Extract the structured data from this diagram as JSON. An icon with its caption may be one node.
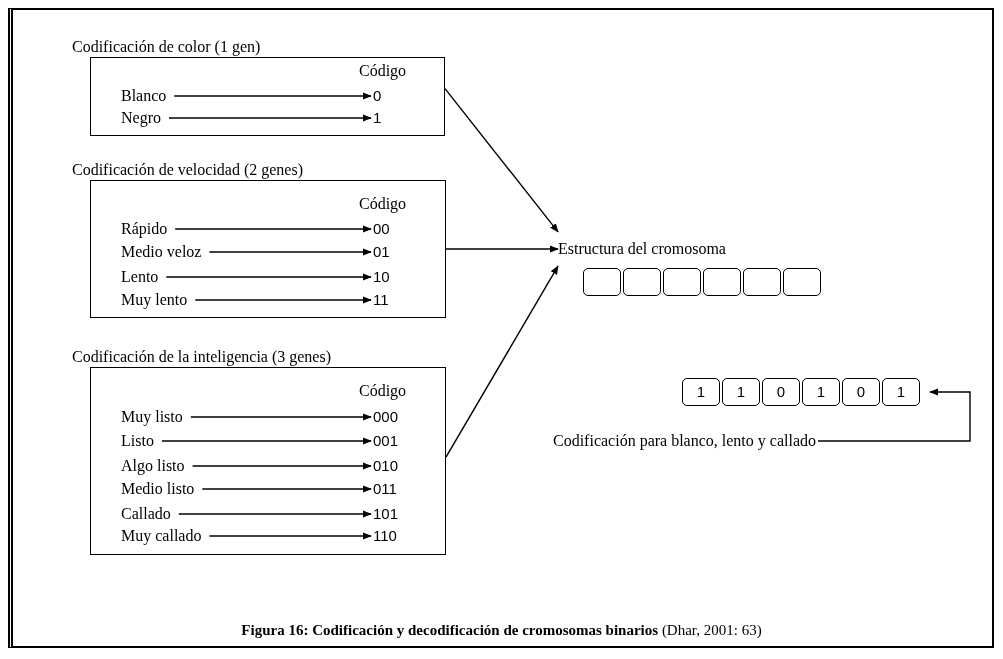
{
  "diagram": {
    "caption": "**Figura 16: Codificación y decodificación de cromosomas binarios** (Dhar, 2001: 63)",
    "nodes": [
      {
        "text": [
          "Codificación de color (1 gen)",
          "Código"
        ]
      },
      {
        "text": [
          "Blanco"
        ],
        "in": 0
      },
      {
        "text": [
          "0"
        ],
        "in": 0
      },
      {
        "text": [
          "Negro"
        ],
        "in": 0
      },
      {
        "text": [
          "1"
        ],
        "in": 0
      },
      {
        "text": [
          "Codificación de velocidad (2 genes)",
          "Código"
        ]
      },
      {
        "text": [
          "Rápido"
        ],
        "in": 5
      },
      {
        "text": [
          "00"
        ],
        "in": 5
      },
      {
        "text": [
          "Medio veloz"
        ],
        "in": 5
      },
      {
        "text": [
          "01"
        ],
        "in": 5
      },
      {
        "text": [
          "Lento"
        ],
        "in": 5
      },
      {
        "text": [
          "10"
        ],
        "in": 5
      },
      {
        "text": [
          "Muy lento"
        ],
        "in": 5
      },
      {
        "text": [
          "11"
        ],
        "in": 5
      },
      {
        "text": [
          "Codificación de la inteligencia (3 genes)",
          "Código"
        ]
      },
      {
        "text": [
          "Muy listo"
        ],
        "in": 14
      },
      {
        "text": [
          "000"
        ],
        "in": 14
      },
      {
        "text": [
          "Listo"
        ],
        "in": 14
      },
      {
        "text": [
          "001"
        ],
        "in": 14
      },
      {
        "text": [
          "Algo listo"
        ],
        "in": 14
      },
      {
        "text": [
          "010"
        ],
        "in": 14
      },
      {
        "text": [
          "Medio listo"
        ],
        "in": 14
      },
      {
        "text": [
          "011"
        ],
        "in": 14
      },
      {
        "text": [
          "Callado"
        ],
        "in": 14
      },
      {
        "text": [
          "101"
        ],
        "in": 14
      },
      {
        "text": [
          "Muy callado"
        ],
        "in": 14
      },
      {
        "text": [
          "110"
        ],
        "in": 14
      },
      {
        "text": [
          "Estructura del cromosoma"
        ]
      },
      {
        "text": [],
        "shape": "box"
      },
      {
        "text": [],
        "shape": "box"
      },
      {
        "text": [],
        "shape": "box"
      },
      {
        "text": [],
        "shape": "box"
      },
      {
        "text": [],
        "shape": "box"
      },
      {
        "text": [],
        "shape": "box"
      },
      {
        "text": [
          "1"
        ]
      },
      {
        "text": [
          "1"
        ]
      },
      {
        "text": [
          "0"
        ]
      },
      {
        "text": [
          "1"
        ]
      },
      {
        "text": [
          "0"
        ]
      },
      {
        "text": [
          "1"
        ]
      },
      {
        "text": [
          "Codificación para blanco, lento y callado"
        ]
      }
    ],
    "edges": [
      {
        "from": 1,
        "to": 2,
        "arrow": "to"
      },
      {
        "from": 3,
        "to": 4,
        "arrow": "to"
      },
      {
        "from": 6,
        "to": 7,
        "arrow": "to"
      },
      {
        "from": 8,
        "to": 9,
        "arrow": "to"
      },
      {
        "from": 10,
        "to": 11,
        "arrow": "to"
      },
      {
        "from": 12,
        "to": 13,
        "arrow": "to"
      },
      {
        "from": 15,
        "to": 16,
        "arrow": "to"
      },
      {
        "from": 17,
        "to": 18,
        "arrow": "to"
      },
      {
        "from": 19,
        "to": 20,
        "arrow": "to"
      },
      {
        "from": 21,
        "to": 22,
        "arrow": "to"
      },
      {
        "from": 23,
        "to": 24,
        "arrow": "to"
      },
      {
        "from": 25,
        "to": 26,
        "arrow": "to"
      },
      {
        "from": 0,
        "to": 27,
        "arrow": "to"
      },
      {
        "from": 5,
        "to": 27,
        "arrow": "to"
      },
      {
        "from": 14,
        "to": 27,
        "arrow": "to"
      },
      {
        "from": 40,
        "to": 39,
        "arrow": "to"
      }
    ]
  }
}
